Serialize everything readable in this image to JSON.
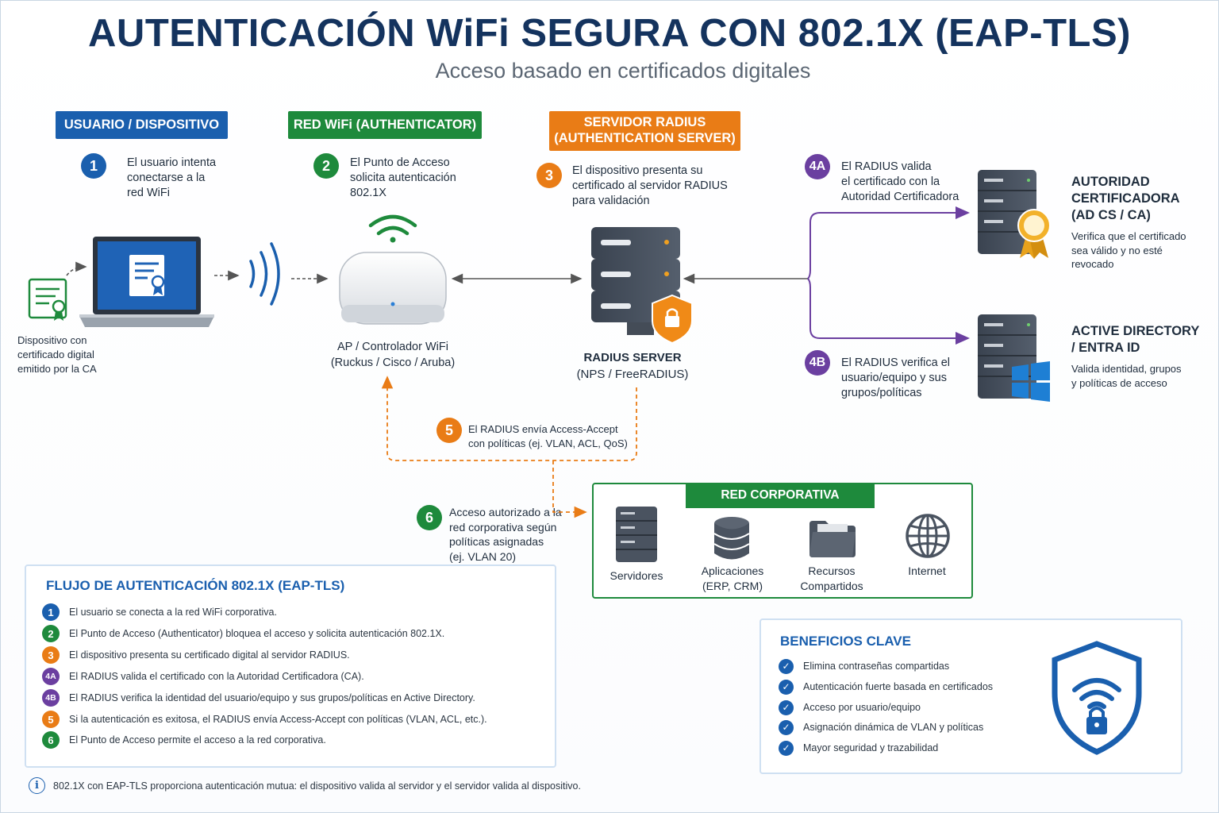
{
  "title": "AUTENTICACIÓN WiFi SEGURA CON 802.1X (EAP-TLS)",
  "subtitle": "Acceso basado en certificados digitales",
  "headers": {
    "user": "USUARIO / DISPOSITIVO",
    "wifi": "RED WiFi (AUTHENTICATOR)",
    "radius_line1": "SERVIDOR RADIUS",
    "radius_line2": "(AUTHENTICATION SERVER)"
  },
  "steps": {
    "s1": {
      "num": "1",
      "lines": [
        "El usuario intenta",
        "conectarse a la",
        "red WiFi"
      ]
    },
    "s2": {
      "num": "2",
      "lines": [
        "El Punto de Acceso",
        "solicita autenticación",
        "802.1X"
      ]
    },
    "s3": {
      "num": "3",
      "lines": [
        "El dispositivo presenta su",
        "certificado al servidor RADIUS",
        "para validación"
      ]
    },
    "s4a": {
      "num": "4A",
      "lines": [
        "El RADIUS valida",
        "el certificado con la",
        "Autoridad Certificadora"
      ]
    },
    "s4b": {
      "num": "4B",
      "lines": [
        "El RADIUS verifica el",
        "usuario/equipo y sus",
        "grupos/políticas"
      ]
    },
    "s5": {
      "num": "5",
      "lines": [
        "El RADIUS envía Access-Accept",
        "con políticas (ej. VLAN, ACL, QoS)"
      ]
    },
    "s6": {
      "num": "6",
      "lines": [
        "Acceso autorizado a la",
        "red corporativa según",
        "políticas asignadas",
        "(ej. VLAN 20)"
      ]
    }
  },
  "device_caption": [
    "Dispositivo con",
    "certificado digital",
    "emitido por la CA"
  ],
  "ap_caption": [
    "AP / Controlador WiFi",
    "(Ruckus / Cisco / Aruba)"
  ],
  "radius_caption": [
    "RADIUS SERVER",
    "(NPS / FreeRADIUS)"
  ],
  "ca": {
    "title": [
      "AUTORIDAD",
      "CERTIFICADORA",
      "(AD CS / CA)"
    ],
    "desc": [
      "Verifica que el certificado",
      "sea válido y no esté",
      "revocado"
    ]
  },
  "ad": {
    "title": [
      "ACTIVE DIRECTORY",
      "/ ENTRA ID"
    ],
    "desc": [
      "Valida identidad, grupos",
      "y políticas de acceso"
    ]
  },
  "corp": {
    "title": "RED CORPORATIVA",
    "items": [
      {
        "label": [
          "Servidores"
        ]
      },
      {
        "label": [
          "Aplicaciones",
          "(ERP, CRM)"
        ]
      },
      {
        "label": [
          "Recursos",
          "Compartidos"
        ]
      },
      {
        "label": [
          "Internet"
        ]
      }
    ]
  },
  "flow": {
    "title": "FLUJO DE AUTENTICACIÓN 802.1X (EAP-TLS)",
    "rows": [
      {
        "num": "1",
        "color": "blue",
        "text": "El usuario se conecta a la red WiFi corporativa."
      },
      {
        "num": "2",
        "color": "green",
        "text": "El Punto de Acceso (Authenticator) bloquea el acceso y solicita autenticación 802.1X."
      },
      {
        "num": "3",
        "color": "orange",
        "text": "El dispositivo presenta su certificado digital al servidor RADIUS."
      },
      {
        "num": "4A",
        "color": "purple",
        "text": "El RADIUS valida el certificado con la Autoridad Certificadora (CA)."
      },
      {
        "num": "4B",
        "color": "purple",
        "text": "El RADIUS verifica la identidad del usuario/equipo y sus grupos/políticas en Active Directory."
      },
      {
        "num": "5",
        "color": "orange",
        "text": "Si la autenticación es exitosa, el RADIUS envía Access-Accept con políticas (VLAN, ACL, etc.)."
      },
      {
        "num": "6",
        "color": "green",
        "text": "El Punto de Acceso permite el acceso a la red corporativa."
      }
    ]
  },
  "benefits": {
    "title": "BENEFICIOS CLAVE",
    "items": [
      "Elimina contraseñas compartidas",
      "Autenticación fuerte basada en certificados",
      "Acceso por usuario/equipo",
      "Asignación dinámica de VLAN y políticas",
      "Mayor seguridad y trazabilidad"
    ]
  },
  "footer": "802.1X con EAP-TLS proporciona autenticación mutua: el dispositivo valida al servidor y el servidor valida al dispositivo.",
  "colors": {
    "blue": "#1a5fae",
    "green": "#1e8a3c",
    "orange": "#e97c16",
    "purple": "#6b3fa0",
    "navy": "#14335e"
  }
}
